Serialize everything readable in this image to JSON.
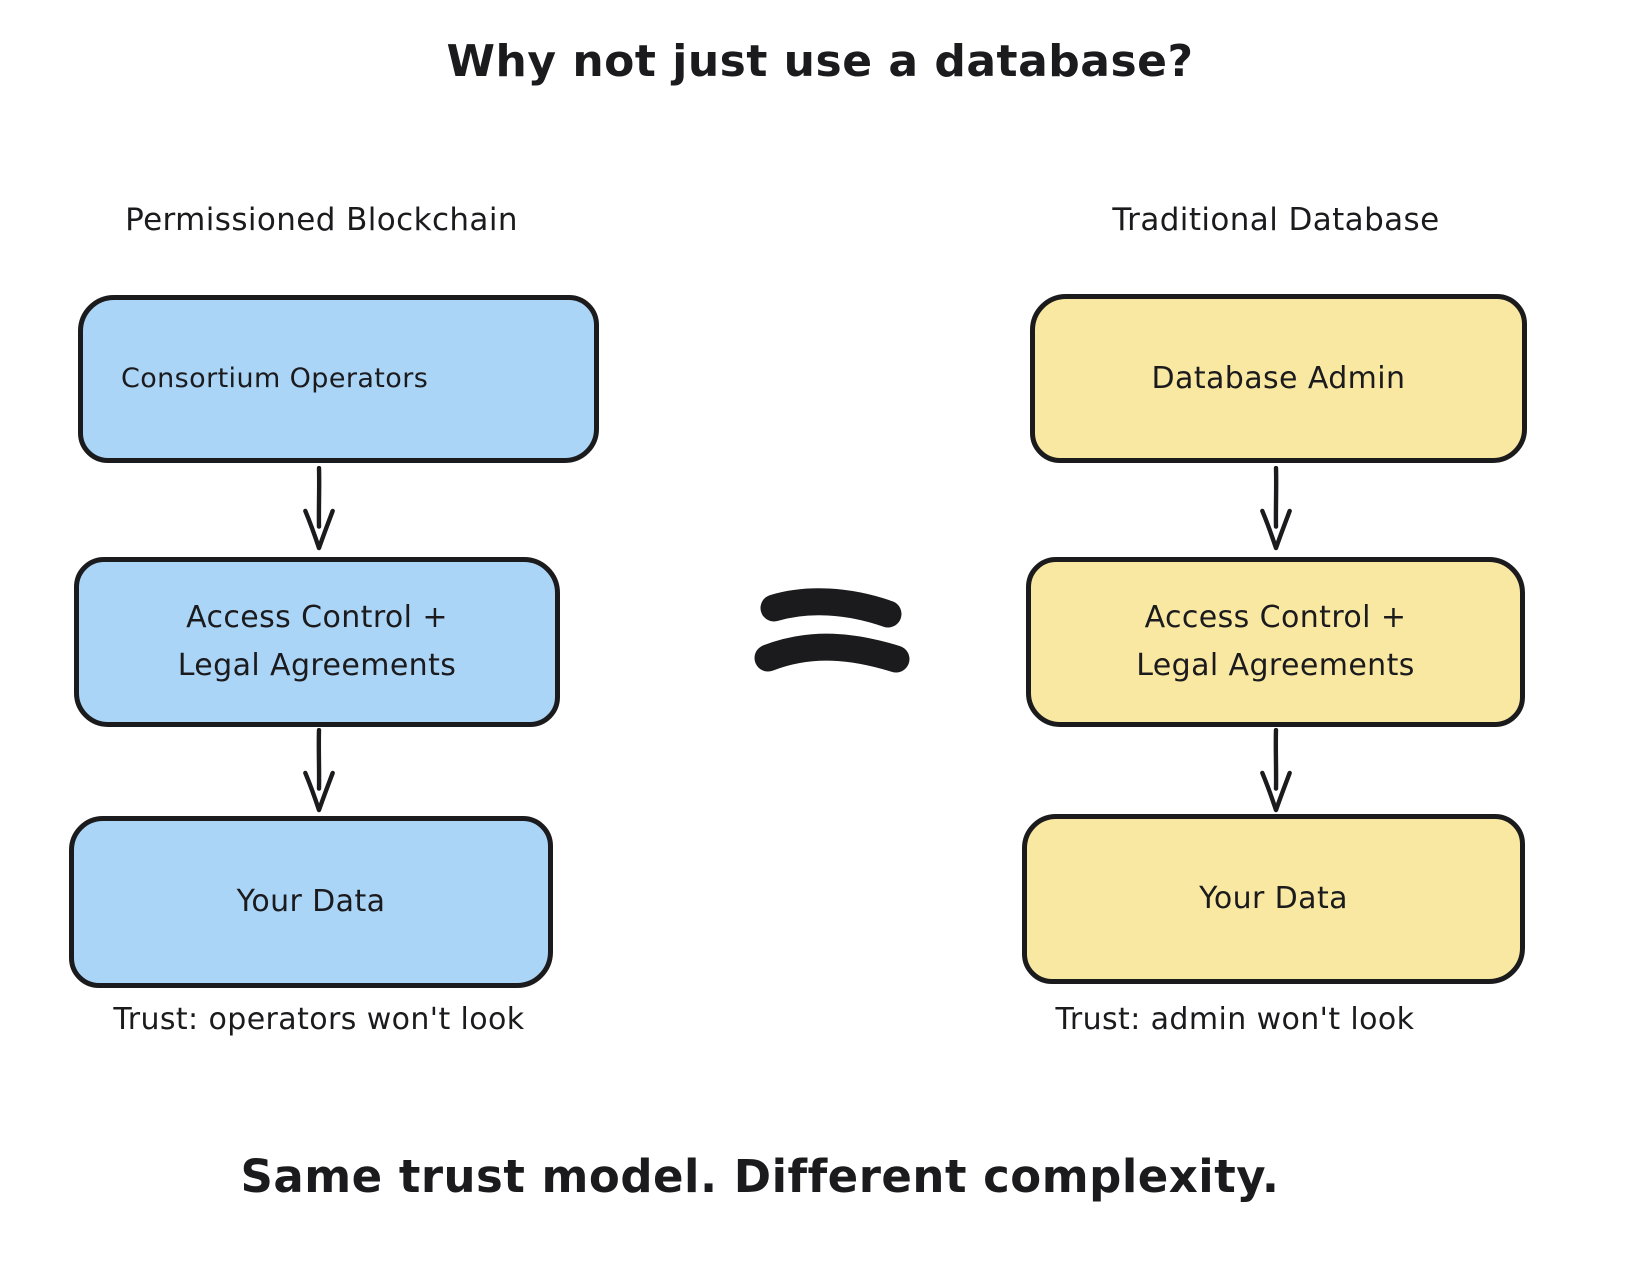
{
  "title": "Why not just use a database?",
  "caption": "Same trust model. Different complexity.",
  "equals_symbol": "=",
  "colors": {
    "blockchain_fill": "#ABD5F6",
    "database_fill": "#F9E8A1",
    "stroke": "#1B1B1E",
    "background": "#FFFFFF"
  },
  "columns": [
    {
      "heading": "Permissioned Blockchain",
      "boxes": [
        {
          "lines": [
            "Consortium Operators"
          ]
        },
        {
          "lines": [
            "Access Control +",
            "Legal Agreements"
          ]
        },
        {
          "lines": [
            "Your Data"
          ]
        }
      ],
      "trust": "Trust: operators won't look"
    },
    {
      "heading": "Traditional Database",
      "boxes": [
        {
          "lines": [
            "Database Admin"
          ]
        },
        {
          "lines": [
            "Access Control +",
            "Legal Agreements"
          ]
        },
        {
          "lines": [
            "Your Data"
          ]
        }
      ],
      "trust": "Trust: admin won't look"
    }
  ]
}
